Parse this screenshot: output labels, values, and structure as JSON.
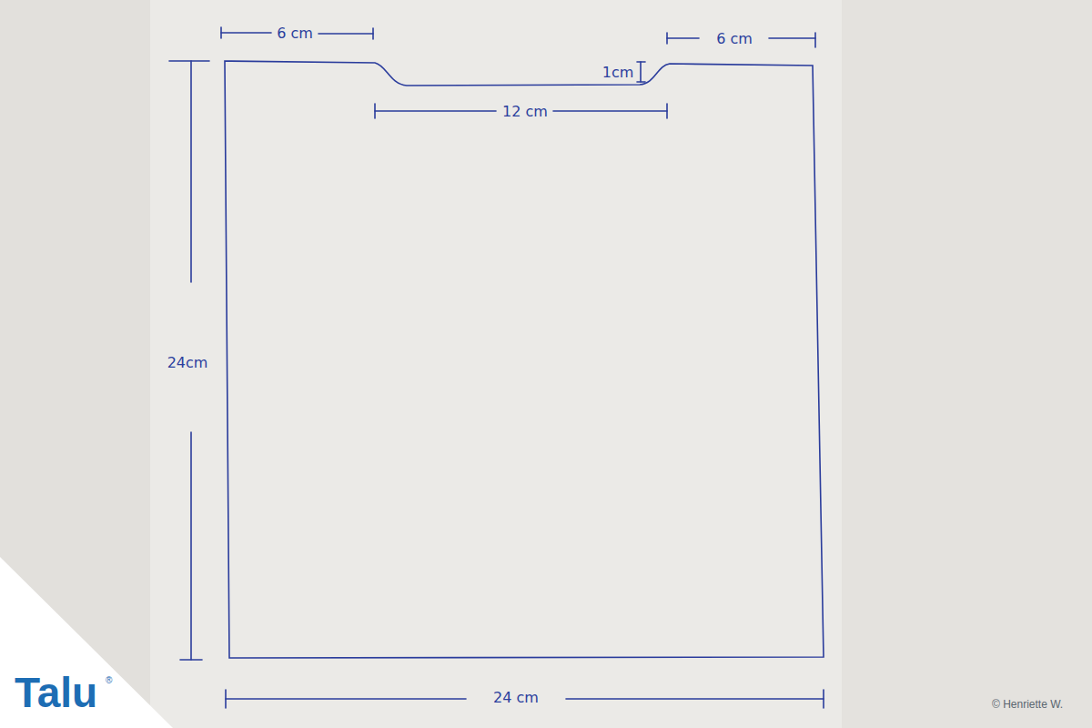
{
  "diagram": {
    "labels": [
      "6 cm",
      "6 cm",
      "1cm",
      "12 cm",
      "24cm",
      "24 cm",
      "Talu",
      "®",
      "© Henriette W."
    ]
  }
}
